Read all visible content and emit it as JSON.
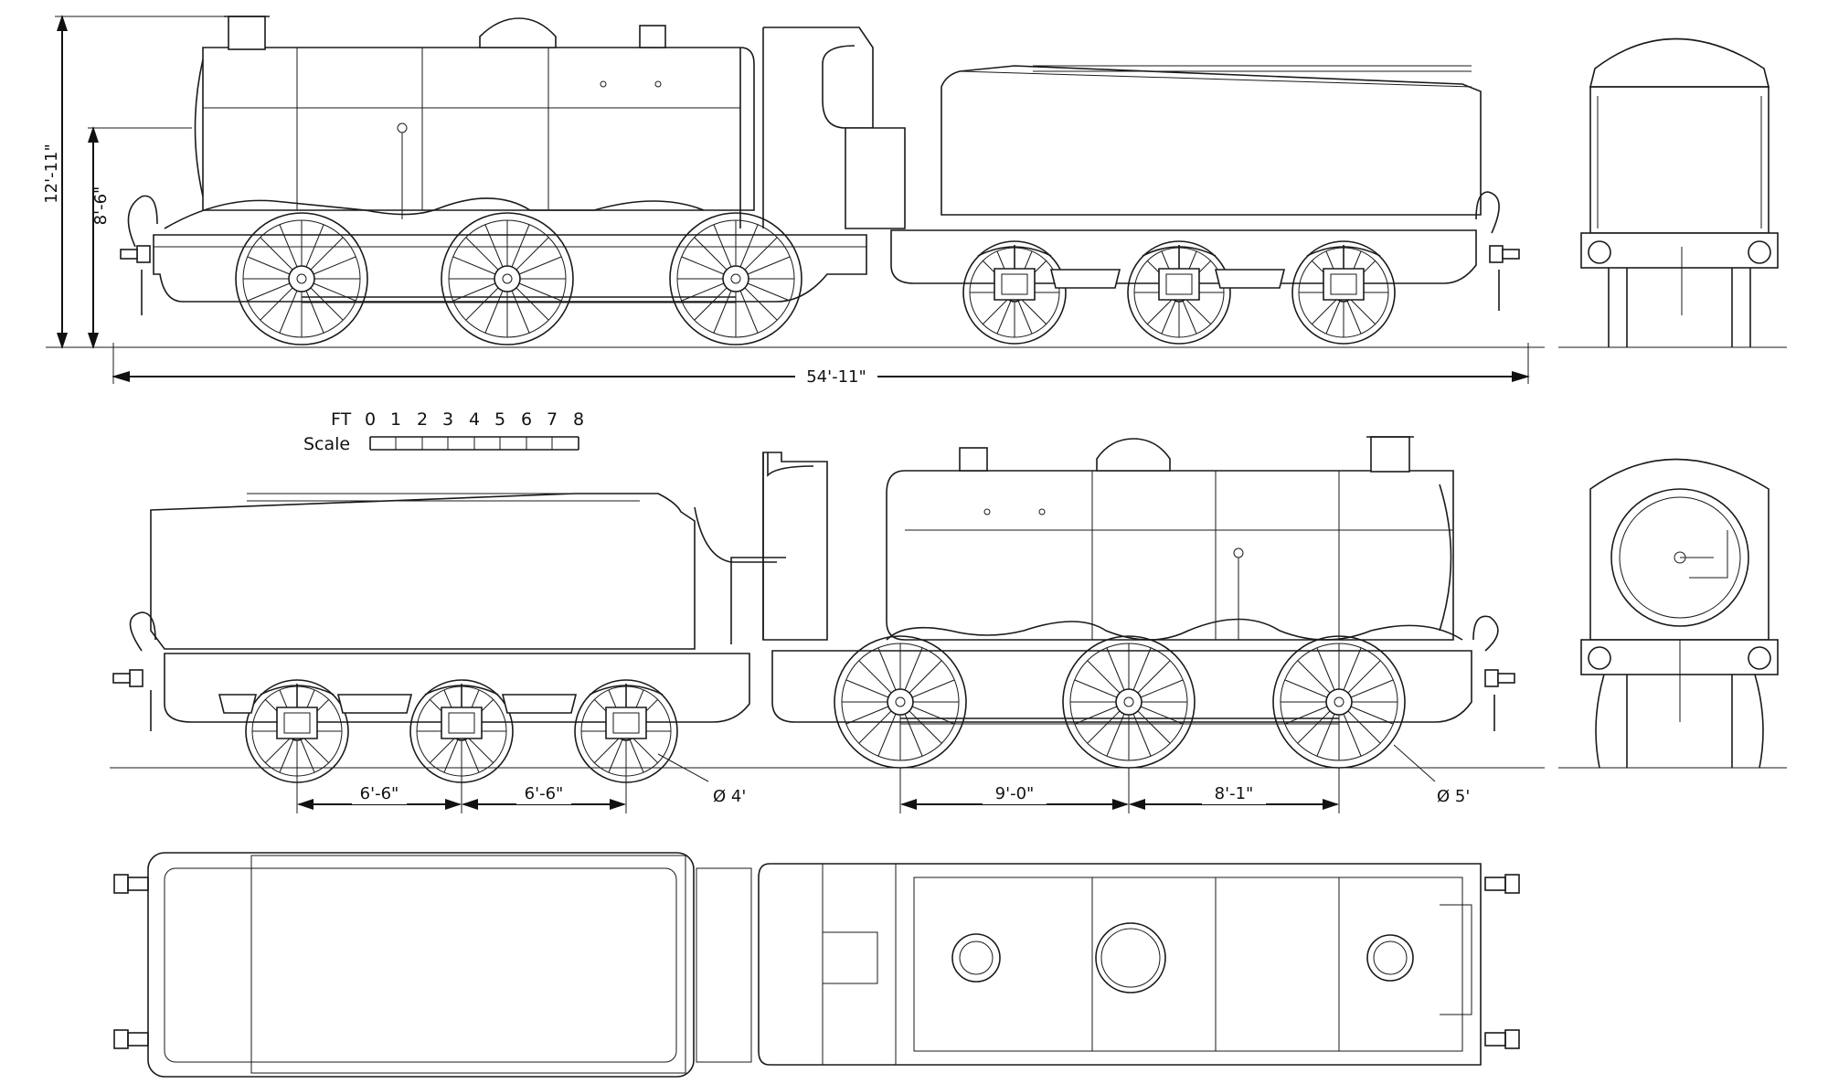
{
  "dimensions": {
    "height_overall": "12'-11\"",
    "height_boiler": "8'-6\"",
    "length_overall": "54'-11\"",
    "tender_wheelbase_1": "6'-6\"",
    "tender_wheelbase_2": "6'-6\"",
    "tender_wheel_dia": "Ø 4'",
    "loco_wheelbase_1": "9'-0\"",
    "loco_wheelbase_2": "8'-1\"",
    "loco_wheel_dia": "Ø 5'"
  },
  "scale": {
    "unit": "FT",
    "label": "Scale",
    "ticks": [
      "0",
      "1",
      "2",
      "3",
      "4",
      "5",
      "6",
      "7",
      "8"
    ]
  },
  "colors": {
    "line": "#1a1a1a",
    "background": "#ffffff"
  }
}
